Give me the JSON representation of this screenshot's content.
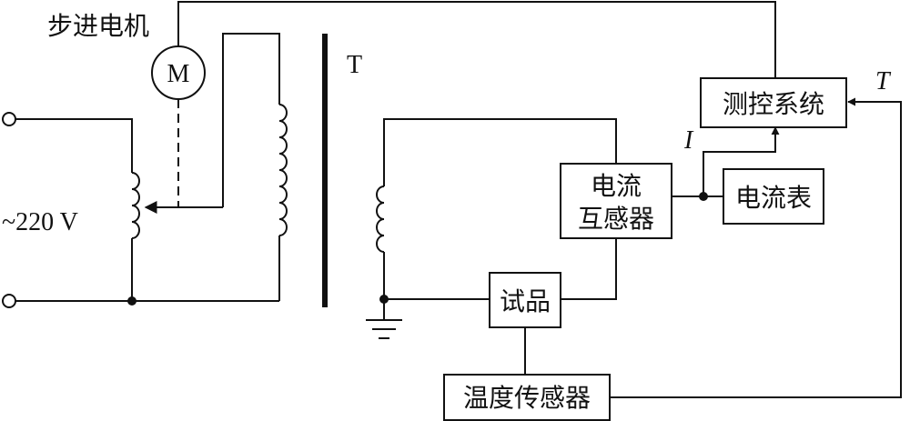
{
  "labels": {
    "motor": "步进电机",
    "motor_symbol": "M",
    "transformer": "T",
    "voltage": "~220 V",
    "measure_control": "测控系统",
    "ct_line1": "电流",
    "ct_line2": "互感器",
    "ammeter": "电流表",
    "sample": "试品",
    "temp_sensor": "温度传感器",
    "current_symbol": "I",
    "temp_symbol": "T"
  }
}
